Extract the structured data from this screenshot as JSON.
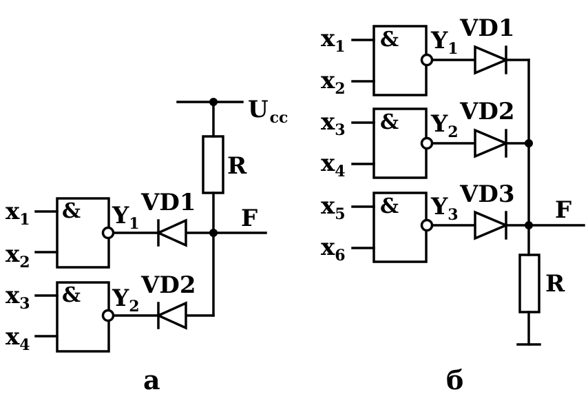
{
  "diagram_a": {
    "caption": "а",
    "supply": {
      "main": "U",
      "sub": "cc"
    },
    "resistor": "R",
    "output": "F",
    "gates": [
      {
        "symbol": "&",
        "in1": {
          "main": "x",
          "sub": "1"
        },
        "in2": {
          "main": "x",
          "sub": "2"
        },
        "out": {
          "main": "Y",
          "sub": "1"
        },
        "diode": "VD1"
      },
      {
        "symbol": "&",
        "in1": {
          "main": "x",
          "sub": "3"
        },
        "in2": {
          "main": "x",
          "sub": "4"
        },
        "out": {
          "main": "Y",
          "sub": "2"
        },
        "diode": "VD2"
      }
    ]
  },
  "diagram_b": {
    "caption": "б",
    "resistor": "R",
    "output": "F",
    "gates": [
      {
        "symbol": "&",
        "in1": {
          "main": "x",
          "sub": "1"
        },
        "in2": {
          "main": "x",
          "sub": "2"
        },
        "out": {
          "main": "Y",
          "sub": "1"
        },
        "diode": "VD1"
      },
      {
        "symbol": "&",
        "in1": {
          "main": "x",
          "sub": "3"
        },
        "in2": {
          "main": "x",
          "sub": "4"
        },
        "out": {
          "main": "Y",
          "sub": "2"
        },
        "diode": "VD2"
      },
      {
        "symbol": "&",
        "in1": {
          "main": "x",
          "sub": "5"
        },
        "in2": {
          "main": "x",
          "sub": "6"
        },
        "out": {
          "main": "Y",
          "sub": "3"
        },
        "diode": "VD3"
      }
    ]
  }
}
